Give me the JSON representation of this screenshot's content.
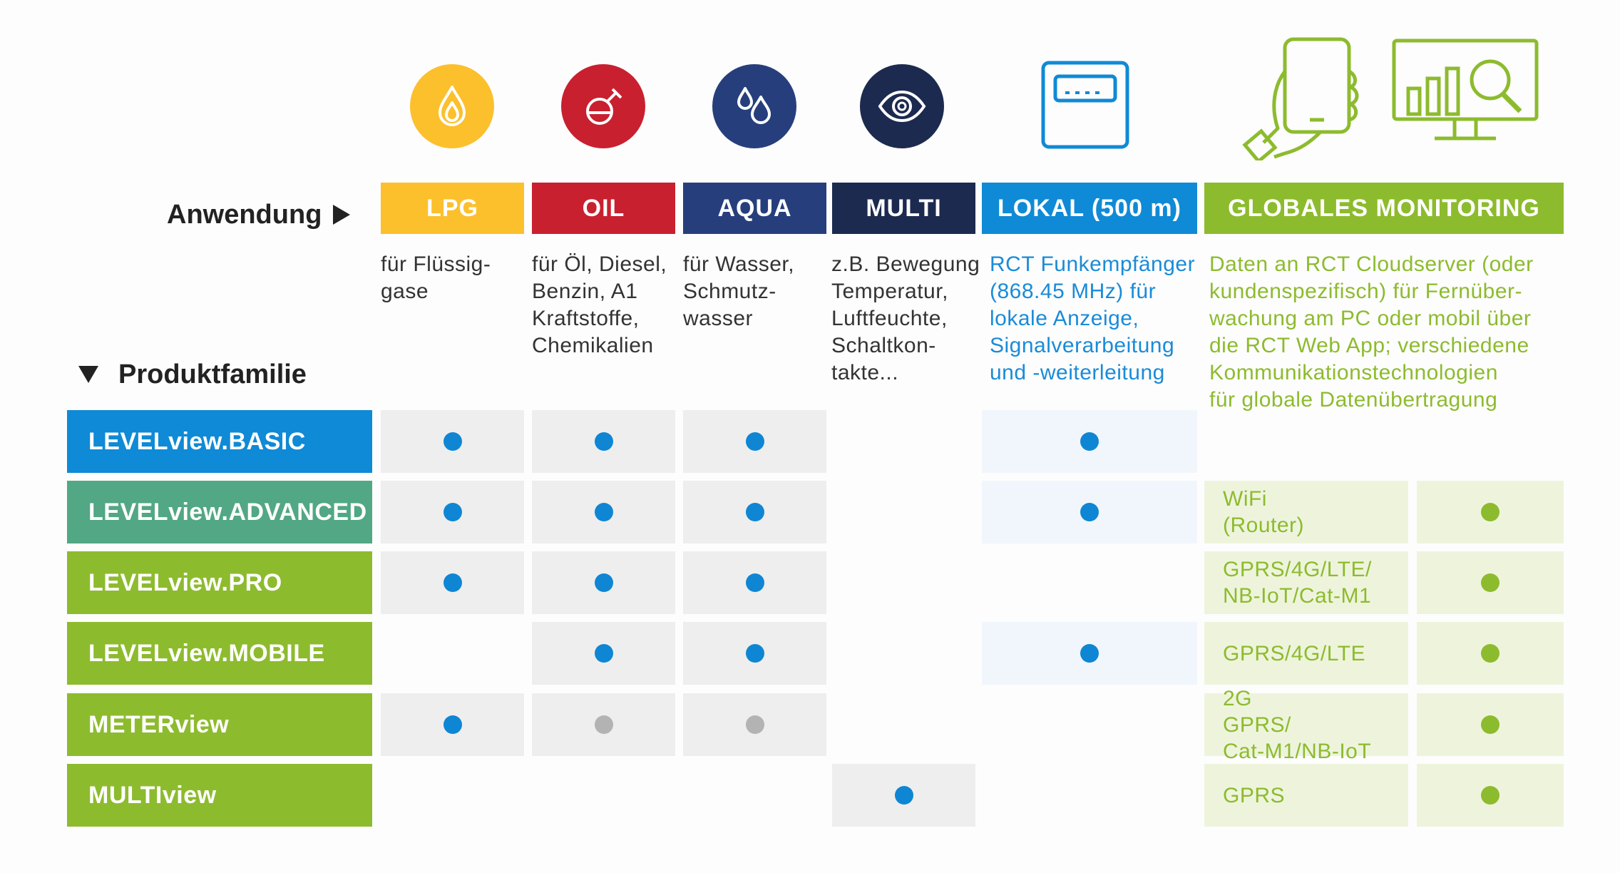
{
  "colors": {
    "lpg": "#fcc02d",
    "oil": "#c8202f",
    "aqua": "#263f7c",
    "multi": "#1d2a4f",
    "lokal": "#0f8ad6",
    "global": "#8dbb2e",
    "advanced": "#52a784"
  },
  "icons": {
    "lpg": "flame-drop-icon",
    "oil": "flask-icon",
    "aqua": "water-drops-icon",
    "multi": "eye-icon",
    "lokal": "display-receiver-icon",
    "global_mobile": "hand-smartphone-icon",
    "global_monitor": "monitor-analytics-icon"
  },
  "header": {
    "anwendung_label": "Anwendung",
    "produktfamilie_label": "Produktfamilie"
  },
  "columns": [
    {
      "key": "lpg",
      "label": "LPG",
      "desc": [
        "für Flüssig-",
        "gase"
      ]
    },
    {
      "key": "oil",
      "label": "OIL",
      "desc": [
        "für Öl, Diesel,",
        "Benzin, A1",
        "Kraftstoffe,",
        "Chemikalien"
      ]
    },
    {
      "key": "aqua",
      "label": "AQUA",
      "desc": [
        "für Wasser,",
        "Schmutz-",
        "wasser"
      ]
    },
    {
      "key": "multi",
      "label": "MULTI",
      "desc": [
        "z.B. Bewegung",
        "Temperatur,",
        "Luftfeuchte,",
        "Schaltkon-",
        "takte..."
      ]
    },
    {
      "key": "lokal",
      "label": "LOKAL (500 m)",
      "desc": [
        "RCT Funkempfänger",
        "(868.45 MHz) für",
        "lokale Anzeige,",
        "Signalverarbeitung",
        "und -weiterleitung"
      ]
    },
    {
      "key": "global",
      "label": "GLOBALES MONITORING",
      "desc": [
        "Daten an RCT Cloudserver (oder",
        "kundenspezifisch) für Fernüber-",
        "wachung am PC oder mobil über",
        "die RCT Web App; verschiedene",
        "Kommunikationstechnologien",
        "für globale Datenübertragung"
      ]
    }
  ],
  "rows": [
    {
      "name": "LEVELview.BASIC",
      "lpg": "blue",
      "oil": "blue",
      "aqua": "blue",
      "multi": "",
      "lokal": "blue",
      "global_tech": "",
      "global": ""
    },
    {
      "name": "LEVELview.ADVANCED",
      "lpg": "blue",
      "oil": "blue",
      "aqua": "blue",
      "multi": "",
      "lokal": "blue",
      "global_tech": "WiFi (Router)",
      "global": "green"
    },
    {
      "name": "LEVELview.PRO",
      "lpg": "blue",
      "oil": "blue",
      "aqua": "blue",
      "multi": "",
      "lokal": "",
      "global_tech": "GPRS/4G/LTE/ NB-IoT/Cat-M1",
      "global": "green"
    },
    {
      "name": "LEVELview.MOBILE",
      "lpg": "",
      "oil": "blue",
      "aqua": "blue",
      "multi": "",
      "lokal": "blue",
      "global_tech": "GPRS/4G/LTE",
      "global": "green"
    },
    {
      "name": "METERview",
      "lpg": "blue",
      "oil": "gray",
      "aqua": "gray",
      "multi": "",
      "lokal": "",
      "global_tech": "2G GPRS/ Cat-M1/NB-IoT",
      "global": "green"
    },
    {
      "name": "MULTIview",
      "lpg": "",
      "oil": "",
      "aqua": "",
      "multi": "blue",
      "lokal": "",
      "global_tech": "GPRS",
      "global": "green"
    }
  ]
}
